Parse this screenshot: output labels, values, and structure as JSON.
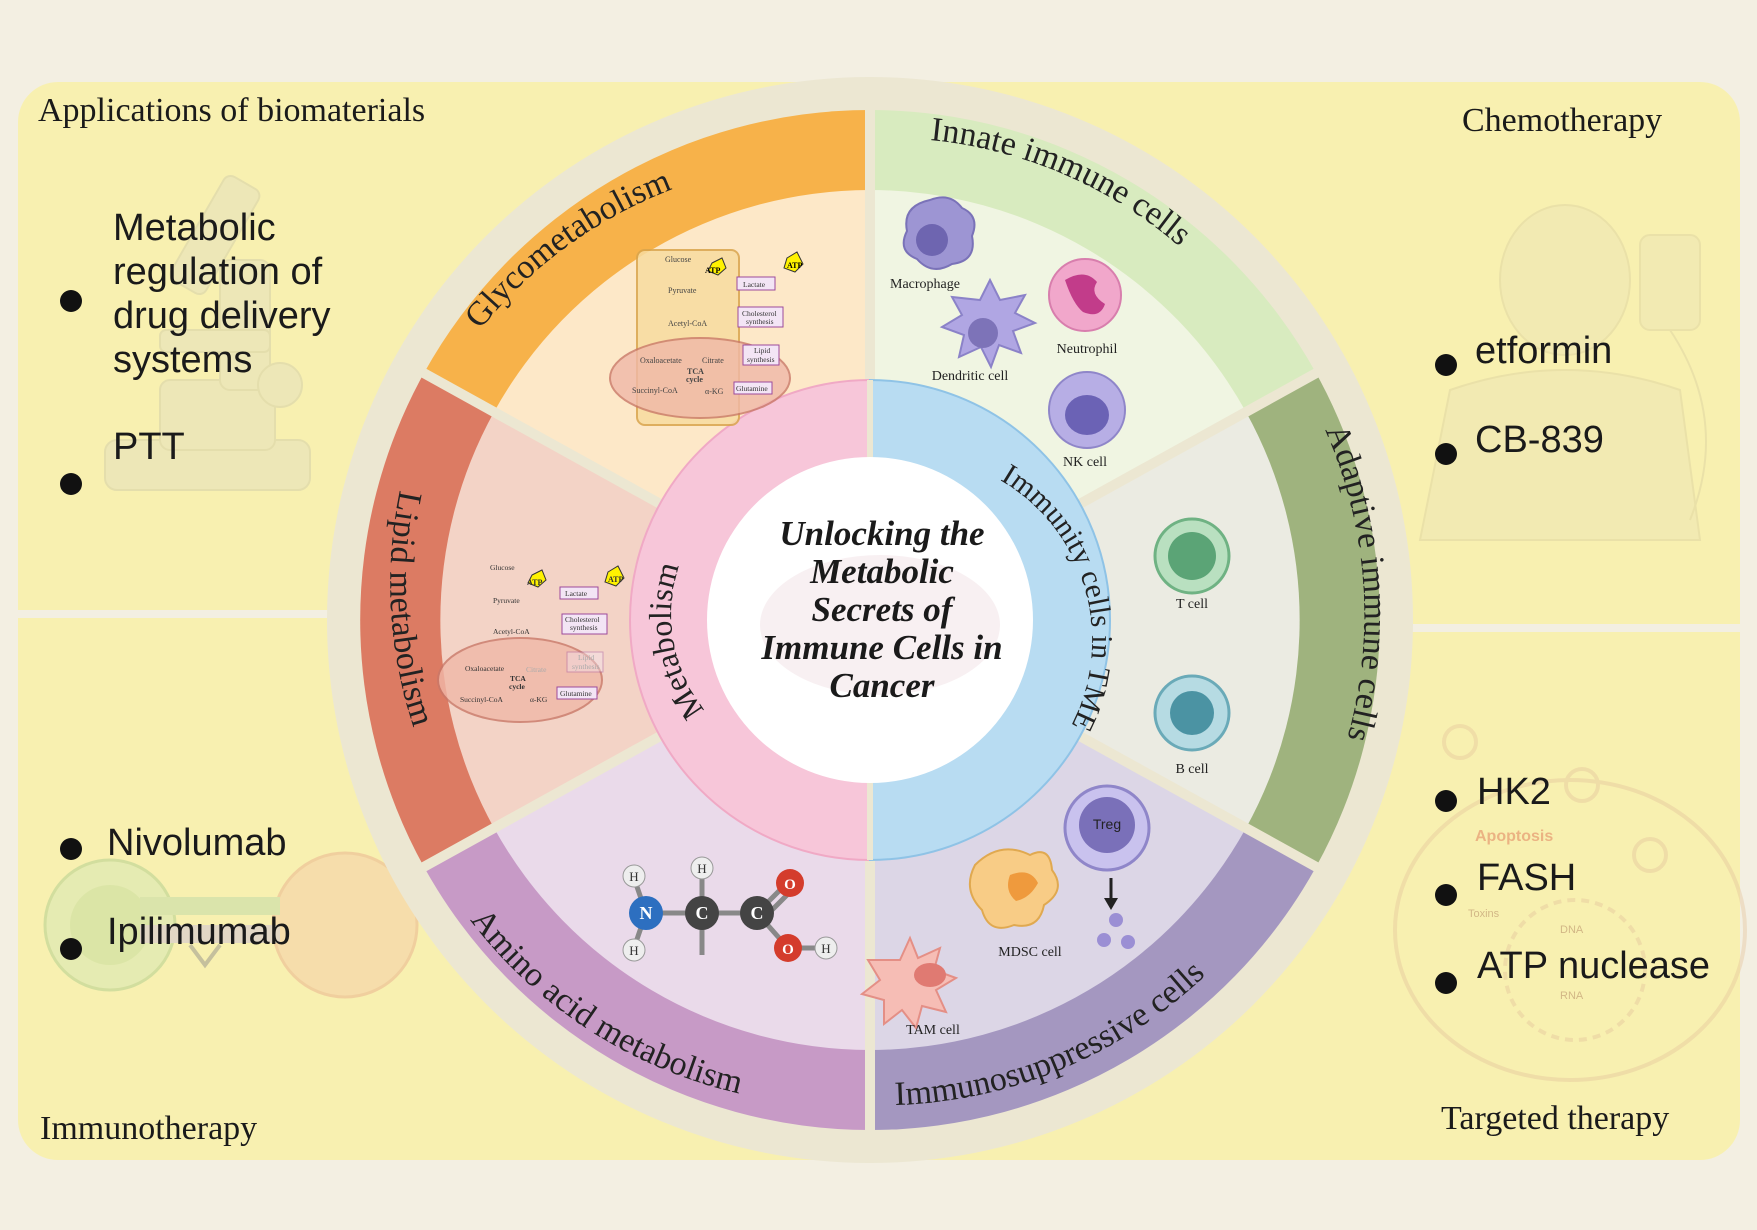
{
  "corners": {
    "top_left": "Applications of biomaterials",
    "top_right": "Chemotherapy",
    "bottom_left": "Immunotherapy",
    "bottom_right": "Targeted therapy"
  },
  "biomaterials_items": [
    "Metabolic regulation of drug delivery systems",
    "PTT"
  ],
  "chemotherapy_items": [
    "etformin",
    "CB-839"
  ],
  "immunotherapy_items": [
    "Nivolumab",
    "Ipilimumab"
  ],
  "targeted_items": [
    "HK2",
    "FASH",
    "ATP nuclease"
  ],
  "targeted_figure_labels": {
    "apoptosis": "Apoptosis",
    "toxins": "Toxins",
    "dna": "DNA",
    "rna": "RNA"
  },
  "center_title": [
    "Unlocking the",
    "Metabolic",
    "Secrets of",
    "Immune Cells in",
    "Cancer"
  ],
  "inner_ring": {
    "left": "Metabolism",
    "right": "Immunity cells in TME"
  },
  "outer_ring": {
    "glyco": "Glycometabolism",
    "lipid": "Lipid metabolism",
    "amino": "Amino acid metabolism",
    "innate": "Innate immune cells",
    "adaptive": "Adaptive immune cells",
    "immunosuppressive": "Immunosuppressive cells"
  },
  "cells": {
    "macrophage": "Macrophage",
    "dendritic": "Dendritic cell",
    "neutrophil": "Neutrophil",
    "nk": "NK cell",
    "t": "T cell",
    "b": "B cell",
    "treg": "Treg",
    "mdsc": "MDSC cell",
    "tam": "TAM cell"
  },
  "pathway": {
    "glucose": "Glucose",
    "atp": "ATP",
    "pyruvate": "Pyruvate",
    "lactate": "Lactate",
    "acetyl": "Acetyl-CoA",
    "chol1": "Cholesterol",
    "chol2": "synthesis",
    "oxalo": "Oxaloacetate",
    "citrate": "Citrate",
    "lipid1": "Lipid",
    "lipid2": "synthesis",
    "tca1": "TCA",
    "tca2": "cycle",
    "succinyl": "Succinyl-CoA",
    "akg": "α-KG",
    "glutamine": "Glutamine"
  },
  "molecule": {
    "h": "H",
    "n": "N",
    "c": "C",
    "o": "O"
  },
  "colors": {
    "panel": "#f8f0b0",
    "glyco": "#f7b24a",
    "lipid": "#dc7b63",
    "amino": "#b67ab6",
    "innate": "#b7d88f",
    "adaptive": "#8fa86e",
    "immunosuppressive": "#8e7fb0",
    "metabolism_ring": "#f7c6d9",
    "immunity_ring": "#b8dcf2"
  }
}
